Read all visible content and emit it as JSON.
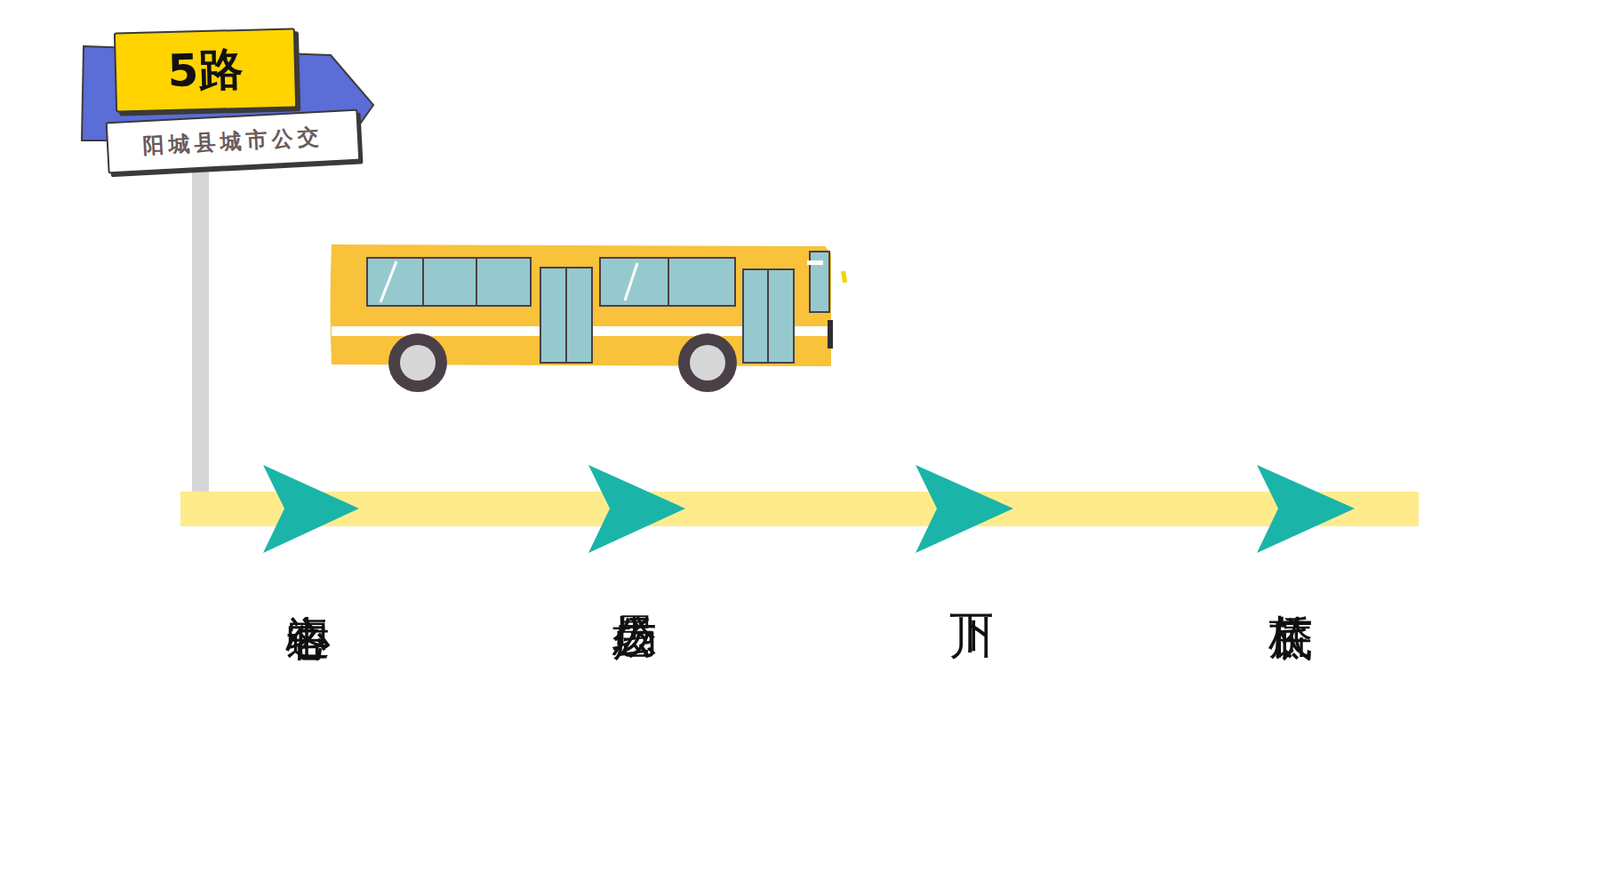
{
  "diagram": {
    "nodes": [
      {
        "text": [
          "5路"
        ]
      },
      {
        "text": [
          "阳城县城市公交"
        ]
      }
    ],
    "labels": [
      "客运中心",
      "愚公广场",
      "下川",
      "茋底桥"
    ]
  }
}
